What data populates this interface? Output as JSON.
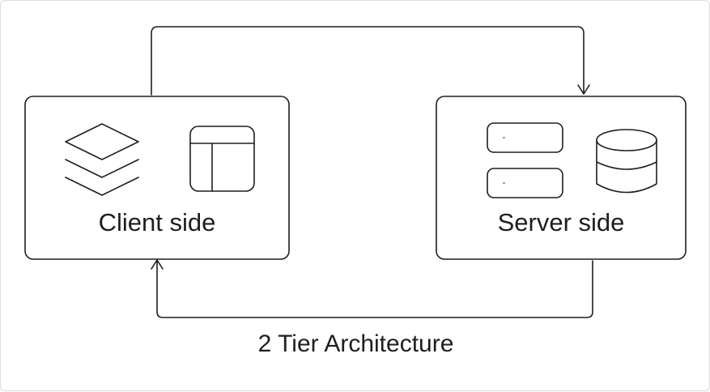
{
  "diagram": {
    "client": {
      "label": "Client side",
      "icons": [
        "layers-icon",
        "layout-icon"
      ]
    },
    "server": {
      "label": "Server side",
      "icons": [
        "server-rack-icon",
        "database-icon"
      ]
    },
    "caption": "2 Tier Architecture",
    "edges": [
      {
        "from": "Client side",
        "to": "Server side"
      },
      {
        "from": "Server side",
        "to": "Client side"
      }
    ],
    "colors": {
      "stroke": "#1e1e1e",
      "background": "#ffffff"
    }
  }
}
